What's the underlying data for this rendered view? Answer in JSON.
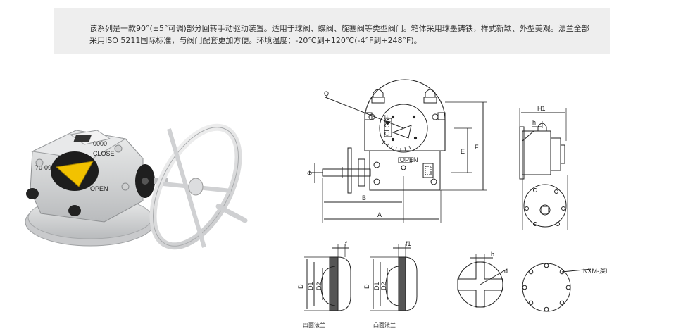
{
  "description": "该系列是一款90°(±5°可调)部分回转手动驱动装置。适用于球阀、蝶阀、旋塞阀等类型阀门。箱体采用球墨铸铁，样式新颖、外型美观。法兰全部采用ISO 5211国际标准，与阀门配套更加方便。环境温度：-20℃到+120℃(-4°F到+248°F)。",
  "product": {
    "top_label": "0000",
    "dial_label": "70-09",
    "dial_close": "CLOSE",
    "dial_open": "OPEN"
  },
  "front_view": {
    "label_q": "Q",
    "label_a": "A",
    "label_b": "B",
    "label_e": "E",
    "label_f": "F",
    "label_shaft": "Φ",
    "close_text": "CLOSE",
    "open_text": "OPEN"
  },
  "side_view": {
    "label_h1": "H1",
    "label_h": "h"
  },
  "flange_recessed": {
    "label_d": "D",
    "label_d1": "D1",
    "label_d2": "D2",
    "label_f": "f",
    "caption": "凹面法兰"
  },
  "flange_raised": {
    "label_d": "D",
    "label_d1": "D1",
    "label_d2": "D2",
    "label_f1": "f1",
    "caption": "凸面法兰"
  },
  "shaft_section": {
    "label_b": "b",
    "label_d": "d"
  },
  "bolt_circle": {
    "label": "NXM-深L"
  },
  "colors": {
    "desc_bg": "#eeeeee",
    "line": "#222222",
    "body_grey": "#d9dadb",
    "indicator_yellow": "#f2c200"
  }
}
